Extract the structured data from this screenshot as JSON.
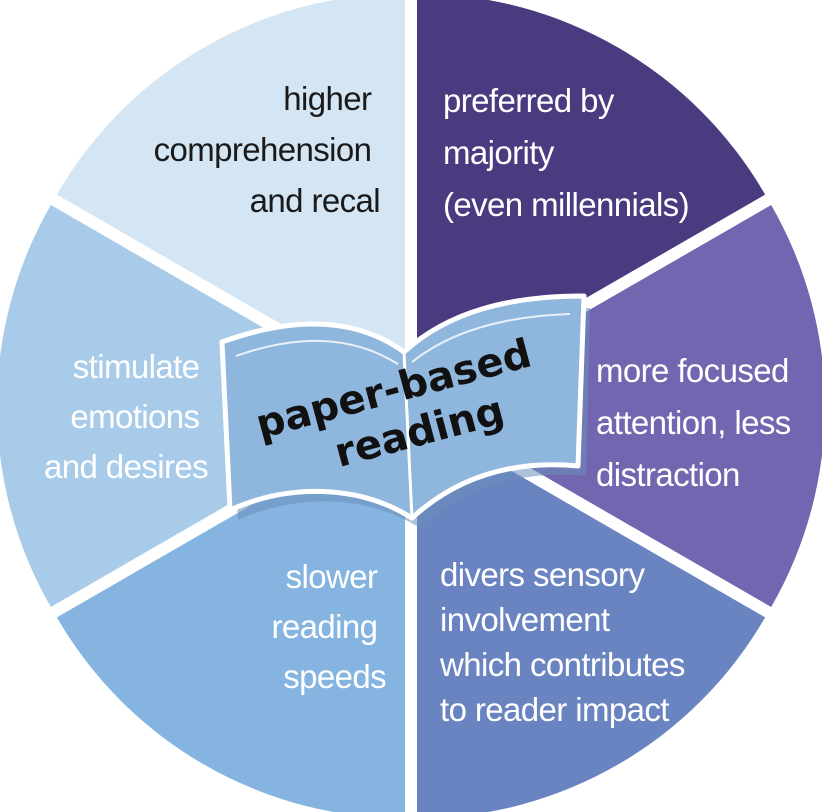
{
  "center": {
    "lines": [
      "paper-based",
      "reading"
    ],
    "book_color": "#8fb6dd"
  },
  "segments": [
    {
      "id": "preferred",
      "color": "#4a3a7f",
      "text_color": "#ffffff",
      "lines": [
        "preferred by",
        "majority",
        "(even millennials)"
      ]
    },
    {
      "id": "focused",
      "color": "#7366b0",
      "text_color": "#ffffff",
      "lines": [
        "more focused",
        "attention, less",
        "distraction"
      ]
    },
    {
      "id": "sensory",
      "color": "#6a84c2",
      "text_color": "#ffffff",
      "lines": [
        "divers sensory",
        "involvement",
        "which contributes",
        "to reader impact"
      ]
    },
    {
      "id": "slower",
      "color": "#86b4e0",
      "text_color": "#ffffff",
      "lines": [
        "slower",
        "reading",
        "speeds"
      ]
    },
    {
      "id": "emotions",
      "color": "#a9cbea",
      "text_color": "#ffffff",
      "lines": [
        "stimulate",
        "emotions",
        "and desires"
      ]
    },
    {
      "id": "comprehension",
      "color": "#d4e5f3",
      "text_color": "#1a1a1a",
      "lines": [
        "higher",
        "comprehension",
        "and recal"
      ]
    }
  ]
}
